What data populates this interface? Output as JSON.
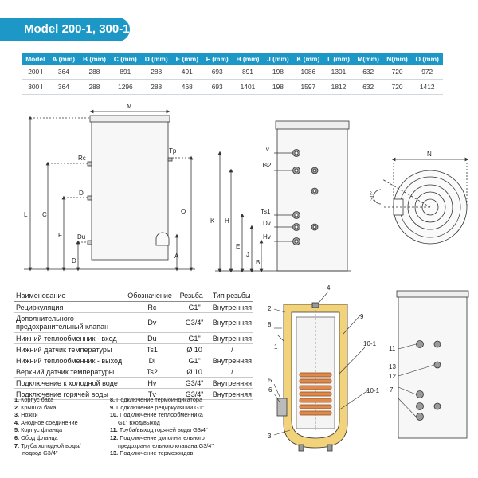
{
  "title": "Model 200-1, 300-1",
  "dims_table": {
    "headers": [
      "Model",
      "A (mm)",
      "B (mm)",
      "C (mm)",
      "D (mm)",
      "E (mm)",
      "F (mm)",
      "H (mm)",
      "J (mm)",
      "K (mm)",
      "L (mm)",
      "M(mm)",
      "N(mm)",
      "O (mm)"
    ],
    "rows": [
      [
        "200 l",
        "364",
        "288",
        "891",
        "288",
        "491",
        "693",
        "891",
        "198",
        "1086",
        "1301",
        "632",
        "720",
        "972"
      ],
      [
        "300 l",
        "364",
        "288",
        "1296",
        "288",
        "468",
        "693",
        "1401",
        "198",
        "1597",
        "1812",
        "632",
        "720",
        "1412"
      ]
    ]
  },
  "drawing_labels": {
    "front": {
      "M": "M",
      "Rc": "Rc",
      "Tp": "Tp",
      "Di": "Di",
      "Du": "Du",
      "L": "L",
      "C": "C",
      "F": "F",
      "D": "D",
      "O": "O",
      "A": "A"
    },
    "side": {
      "Tv": "Tv",
      "Ts2": "Ts2",
      "Ts1": "Ts1",
      "Dv": "Dv",
      "Hv": "Hv",
      "K": "K",
      "H": "H",
      "E": "E",
      "J": "J",
      "B": "B"
    },
    "top": {
      "N": "N",
      "angle": "30°"
    },
    "section": {
      "n1": "1",
      "n2": "2",
      "n3": "3",
      "n4": "4",
      "n5": "5",
      "n6": "6",
      "n7": "7",
      "n8": "8",
      "n9": "9",
      "n10": "10-1",
      "n10b": "10-1",
      "n11": "11",
      "n12": "12",
      "n13": "13"
    }
  },
  "connections_table": {
    "headers": [
      "Наименование",
      "Обозначение",
      "Резьба",
      "Тип резьбы"
    ],
    "rows": [
      {
        "name": "Рециркуляция",
        "code": "Rc",
        "thread": "G1\"",
        "type": "Внутренняя"
      },
      {
        "name": "Дополнительного предохранительный клапан",
        "code": "Dv",
        "thread": "G3/4\"",
        "type": "Внутренняя"
      },
      {
        "name": "Нижний теплообменник - вход",
        "code": "Du",
        "thread": "G1\"",
        "type": "Внутренняя"
      },
      {
        "name": "Нижний датчик температуры",
        "code": "Ts1",
        "thread": "Ø 10",
        "type": "/"
      },
      {
        "name": "Нижний теплообменник - выход",
        "code": "Di",
        "thread": "G1\"",
        "type": "Внутренняя"
      },
      {
        "name": "Верхний датчик температуры",
        "code": "Ts2",
        "thread": "Ø 10",
        "type": "/"
      },
      {
        "name": "Подключение к холодной воде",
        "code": "Hv",
        "thread": "G3/4\"",
        "type": "Внутренняя"
      },
      {
        "name": "Подключение горячей воды",
        "code": "Tv",
        "thread": "G3/4\"",
        "type": "Внутренняя"
      }
    ]
  },
  "parts_left": [
    {
      "num": "1.",
      "text": "Корпус бака"
    },
    {
      "num": "2.",
      "text": "Крышка бака"
    },
    {
      "num": "3.",
      "text": "Ножки"
    },
    {
      "num": "4.",
      "text": "Анодное соединение"
    },
    {
      "num": "5.",
      "text": "Корпус фланца"
    },
    {
      "num": "6.",
      "text": "Обод фланца"
    },
    {
      "num": "7.",
      "text": "Труба холодной воды/"
    },
    {
      "num": "",
      "text": "подвод G3/4\""
    }
  ],
  "parts_right": [
    {
      "num": "8.",
      "text": "Подключение термоиндикатора"
    },
    {
      "num": "9.",
      "text": "Подключение рециркуляции G1\""
    },
    {
      "num": "10.",
      "text": "Подключение теплообменника"
    },
    {
      "num": "",
      "text": "G1\" вход/выход"
    },
    {
      "num": "11.",
      "text": "Труба/выход горячей воды G3/4\""
    },
    {
      "num": "12.",
      "text": "Подключение дополнительного"
    },
    {
      "num": "",
      "text": "предохранительного клапана G3/4\""
    },
    {
      "num": "13.",
      "text": "Подключение термозондов"
    }
  ],
  "colors": {
    "accent": "#1c97c6",
    "insulation": "#f2d27a",
    "line": "#333333"
  }
}
